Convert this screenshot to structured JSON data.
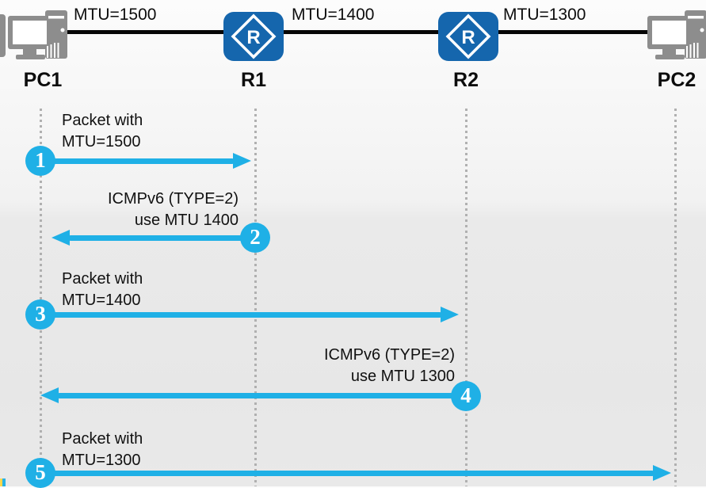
{
  "colors": {
    "arrow": "#1fb0e6",
    "router": "#1566ad",
    "device_gray": "#8d8d8d",
    "lifeline": "#b0b0b0",
    "link": "#060606"
  },
  "topology": {
    "devices": [
      {
        "id": "pc1",
        "type": "pc",
        "icon": "pc-icon",
        "label": "PC1"
      },
      {
        "id": "r1",
        "type": "router",
        "icon": "router-icon",
        "icon_letter": "R",
        "label": "R1"
      },
      {
        "id": "r2",
        "type": "router",
        "icon": "router-icon",
        "icon_letter": "R",
        "label": "R2"
      },
      {
        "id": "pc2",
        "type": "pc",
        "icon": "pc-icon",
        "label": "PC2"
      }
    ],
    "links": [
      {
        "from": "PC1",
        "to": "R1",
        "label": "MTU=1500"
      },
      {
        "from": "R1",
        "to": "R2",
        "label": "MTU=1400"
      },
      {
        "from": "R2",
        "to": "PC2",
        "label": "MTU=1300"
      }
    ]
  },
  "sequence": {
    "messages": [
      {
        "num": "1",
        "from": "PC1",
        "to": "R1",
        "direction": "right",
        "line1": "Packet with",
        "line2": "MTU=1500"
      },
      {
        "num": "2",
        "from": "R1",
        "to": "PC1",
        "direction": "left",
        "line1": "ICMPv6 (TYPE=2)",
        "line2": "use MTU 1400"
      },
      {
        "num": "3",
        "from": "PC1",
        "to": "R2",
        "direction": "right",
        "line1": "Packet with",
        "line2": "MTU=1400"
      },
      {
        "num": "4",
        "from": "R2",
        "to": "PC1",
        "direction": "left",
        "line1": "ICMPv6 (TYPE=2)",
        "line2": "use MTU 1300"
      },
      {
        "num": "5",
        "from": "PC1",
        "to": "PC2",
        "direction": "right",
        "line1": "Packet with",
        "line2": "MTU=1300"
      }
    ]
  }
}
